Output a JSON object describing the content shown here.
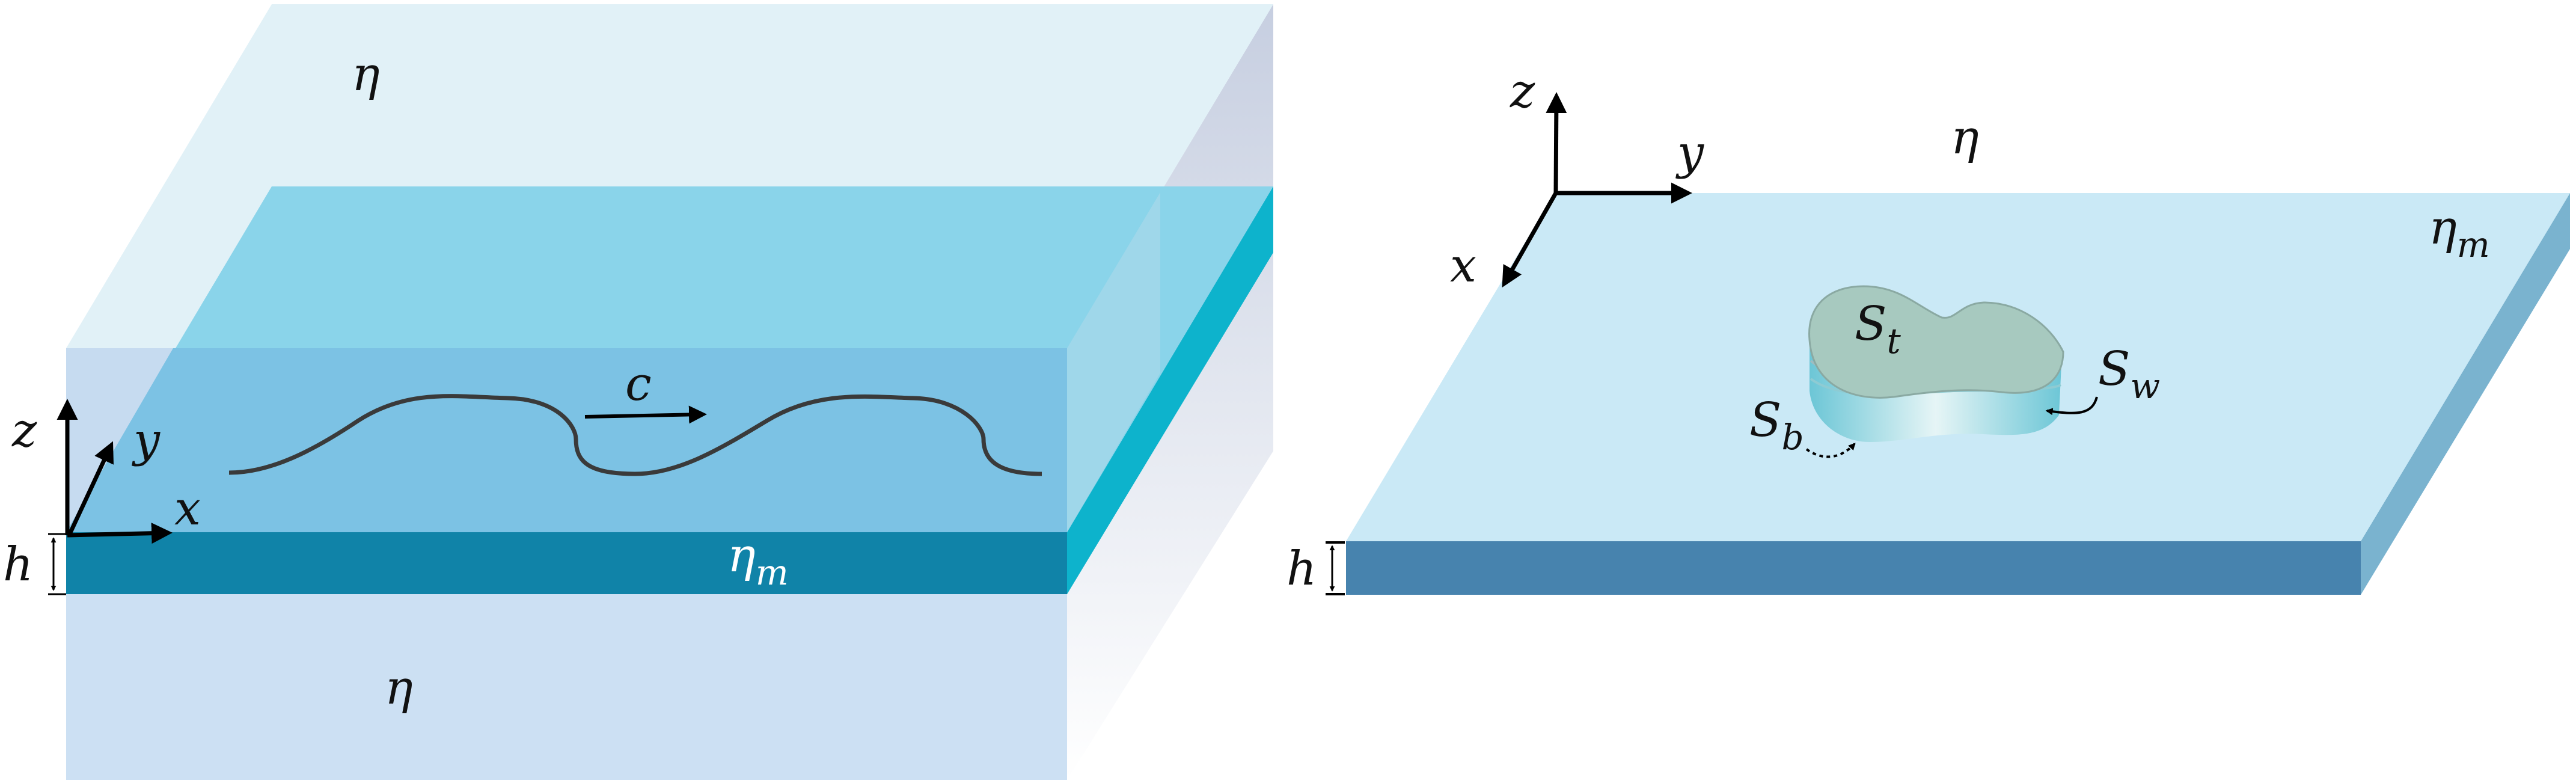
{
  "left_panel": {
    "eta_top": "η",
    "eta_bottom": "η",
    "membrane": {
      "symbol": "η",
      "subscript": "m"
    },
    "wave_speed": "c",
    "thickness": "h",
    "axes": {
      "x": "x",
      "y": "y",
      "z": "z"
    },
    "colors": {
      "top_fluid": "#e1f1f7",
      "membrane_top": "#8ad4ea",
      "overlap": "#7cc2e4",
      "membrane_front": "#1083a8",
      "membrane_side": "#0db3cc",
      "bottom_fluid": "#cce0f3"
    }
  },
  "right_panel": {
    "eta_fluid": "η",
    "membrane": {
      "symbol": "η",
      "subscript": "m"
    },
    "thickness": "h",
    "axes": {
      "x": "x",
      "y": "y",
      "z": "z"
    },
    "surfaces": {
      "top": {
        "symbol": "S",
        "subscript": "t"
      },
      "wall": {
        "symbol": "S",
        "subscript": "w"
      },
      "bottom": {
        "symbol": "S",
        "subscript": "b"
      }
    },
    "colors": {
      "membrane_top": "#cae9f6",
      "membrane_front": "#4783ae",
      "membrane_side": "#7ab3cf",
      "inclusion_top": "#a7c9bf"
    }
  }
}
